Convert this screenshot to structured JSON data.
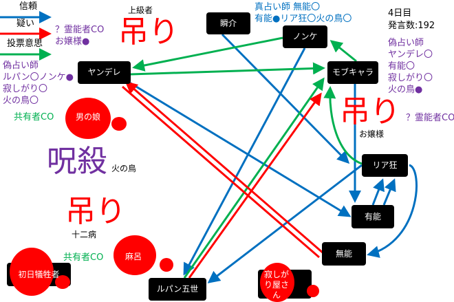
{
  "legend": {
    "trust": "信頼",
    "doubt": "疑い",
    "vote": "投票意思"
  },
  "notes": {
    "top_left_purple": [
      "？霊能者CO",
      "お嬢様●"
    ],
    "left_purple": [
      "偽占い師",
      "ルパン〇ノンケ●",
      "寂しがり〇",
      "火の鳥〇"
    ],
    "left_share": "共有者CO",
    "top_blue": [
      "真占い師 無能〇",
      "有能●リア狂〇火の鳥〇"
    ],
    "right_purple": [
      "偽占い師",
      "ヤンデレ〇",
      "有能〇",
      "寂しがり〇",
      "火の鳥●"
    ],
    "right_medium": "？霊能者CO",
    "bottom_share": "共有者CO"
  },
  "status": {
    "day": "4日目",
    "post_count": "発言数:192"
  },
  "dead": {
    "hang1": "吊り",
    "hang2": "吊り",
    "hang3": "吊り",
    "curse": "呪殺",
    "hang1_name": "上級者",
    "hang2_name": "お嬢様",
    "hang3_name": "十二病",
    "curse_name": "火の鳥"
  },
  "nodes": {
    "yandere": "ヤンデレ",
    "otokonoko": "男の娘",
    "shunsuke": "瞬介",
    "nonke": "ノンケ",
    "mob": "モブキャラ",
    "riakyo": "リア狂",
    "yuno": "有能",
    "muno": "無能",
    "sabishi": "寂しがり屋さん",
    "lupin": "ルパン五世",
    "maro": "麻呂",
    "shonichi": "初日犠牲者"
  },
  "colors": {
    "trust": "#0070c0",
    "doubt": "#ff0000",
    "vote": "#00b050"
  }
}
